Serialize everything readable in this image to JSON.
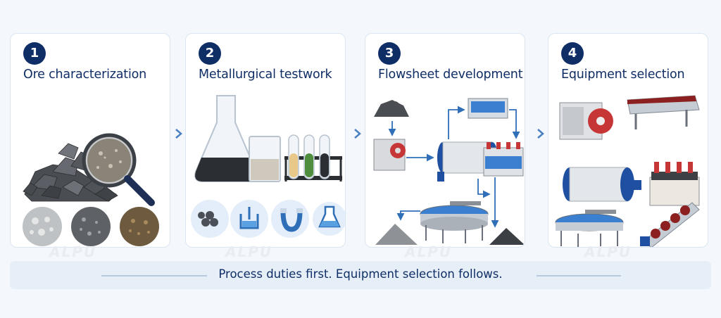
{
  "steps": [
    {
      "number": "1",
      "title": "Ore characterization",
      "icon": "magnifier-ore-icon"
    },
    {
      "number": "2",
      "title": "Metallurgical testwork",
      "icon": "flask-icon"
    },
    {
      "number": "3",
      "title": "Flowsheet development",
      "icon": "flowsheet-icon"
    },
    {
      "number": "4",
      "title": "Equipment selection",
      "icon": "equipment-icon"
    }
  ],
  "watermark": "ALPU",
  "banner": {
    "text": "Process duties first. Equipment selection follows."
  },
  "colors": {
    "accent": "#0f2e66",
    "arrow": "#4a7fc1",
    "banner": "#e6eef8",
    "circle": "#e3eefa"
  }
}
